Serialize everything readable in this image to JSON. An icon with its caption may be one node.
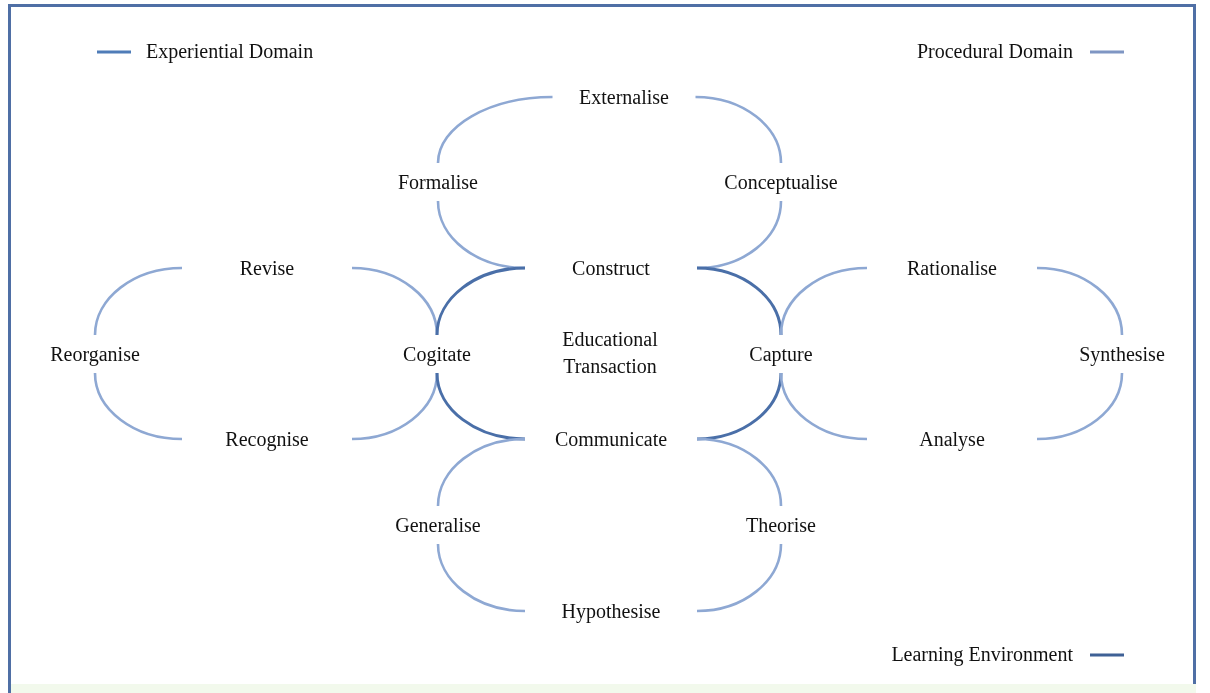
{
  "diagram": {
    "nodes": [
      {
        "text": [
          "Externalise"
        ]
      },
      {
        "text": [
          "Formalise"
        ]
      },
      {
        "text": [
          "Conceptualise"
        ]
      },
      {
        "text": [
          "Revise"
        ]
      },
      {
        "text": [
          "Construct"
        ]
      },
      {
        "text": [
          "Rationalise"
        ]
      },
      {
        "text": [
          "Reorganise"
        ]
      },
      {
        "text": [
          "Cogitate"
        ]
      },
      {
        "text": [
          "Capture"
        ]
      },
      {
        "text": [
          "Synthesise"
        ]
      },
      {
        "text": [
          "Recognise"
        ]
      },
      {
        "text": [
          "Communicate"
        ]
      },
      {
        "text": [
          "Analyse"
        ]
      },
      {
        "text": [
          "Generalise"
        ]
      },
      {
        "text": [
          "Theorise"
        ]
      },
      {
        "text": [
          "Hypothesise"
        ]
      }
    ],
    "edges": [
      {
        "from": 0,
        "to": 1,
        "arrow": "none"
      },
      {
        "from": 0,
        "to": 2,
        "arrow": "none"
      },
      {
        "from": 1,
        "to": 4,
        "arrow": "none"
      },
      {
        "from": 2,
        "to": 4,
        "arrow": "none"
      },
      {
        "from": 3,
        "to": 6,
        "arrow": "none"
      },
      {
        "from": 3,
        "to": 7,
        "arrow": "none"
      },
      {
        "from": 4,
        "to": 7,
        "arrow": "none",
        "color": "#4a6fa8"
      },
      {
        "from": 4,
        "to": 8,
        "arrow": "none",
        "color": "#4a6fa8"
      },
      {
        "from": 5,
        "to": 8,
        "arrow": "none"
      },
      {
        "from": 5,
        "to": 9,
        "arrow": "none"
      },
      {
        "from": 6,
        "to": 10,
        "arrow": "none"
      },
      {
        "from": 7,
        "to": 10,
        "arrow": "none"
      },
      {
        "from": 7,
        "to": 11,
        "arrow": "none",
        "color": "#4a6fa8"
      },
      {
        "from": 8,
        "to": 11,
        "arrow": "none",
        "color": "#4a6fa8"
      },
      {
        "from": 8,
        "to": 12,
        "arrow": "none"
      },
      {
        "from": 9,
        "to": 12,
        "arrow": "none"
      },
      {
        "from": 11,
        "to": 13,
        "arrow": "none"
      },
      {
        "from": 11,
        "to": 14,
        "arrow": "none"
      },
      {
        "from": 13,
        "to": 15,
        "arrow": "none"
      },
      {
        "from": 14,
        "to": 15,
        "arrow": "none"
      }
    ],
    "labels": [
      "Educational Transaction"
    ],
    "legend": [
      {
        "text": "Experiential Domain"
      },
      {
        "text": "Procedural Domain"
      },
      {
        "text": "Learning Environment"
      }
    ]
  }
}
